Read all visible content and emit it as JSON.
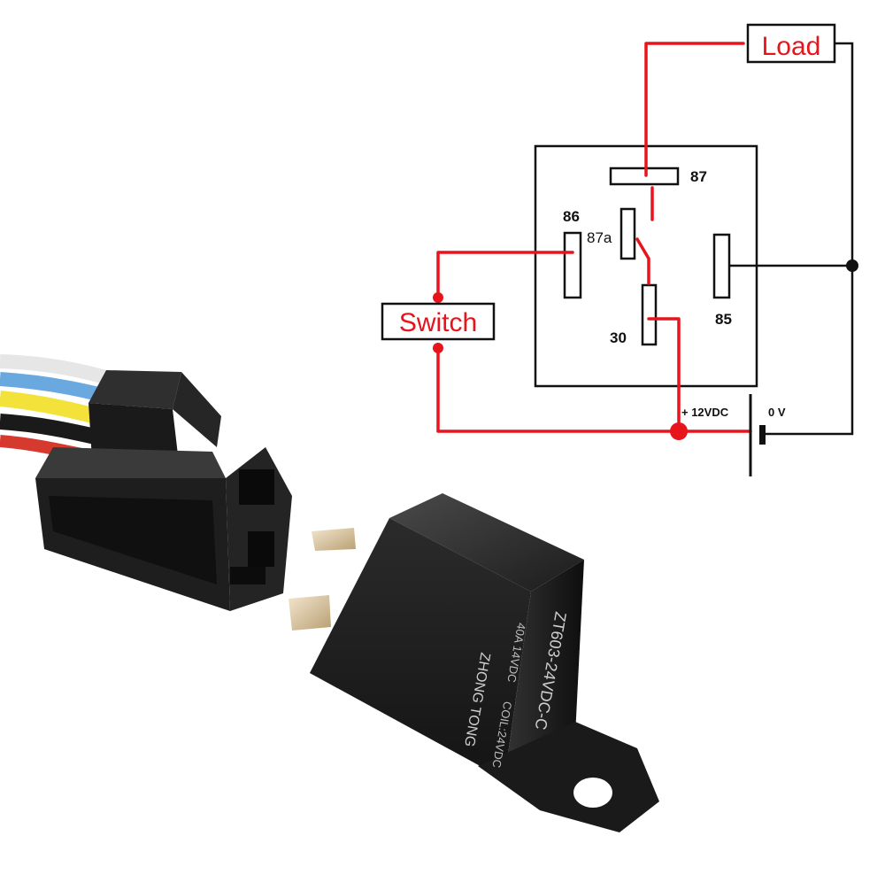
{
  "diagram": {
    "labels": {
      "load": "Load",
      "switch": "Switch",
      "pin_87": "87",
      "pin_87a": "87a",
      "pin_86": "86",
      "pin_85": "85",
      "pin_30": "30",
      "supply_positive": "+ 12VDC",
      "supply_ground": "0 V"
    },
    "colors": {
      "live_wire": "#e8141c",
      "ground_wire": "#111111",
      "box_outline": "#111111"
    }
  },
  "photo": {
    "relay_markings": {
      "model": "ZT603-24VDC-C",
      "rating": "40A 14VDC",
      "coil": "COIL:24VDC",
      "brand": "ZHONG TONG"
    },
    "wire_colors": [
      "#e6e6e6",
      "#6aa8e0",
      "#f2e23a",
      "#1a1a1a",
      "#d63a2f"
    ]
  }
}
